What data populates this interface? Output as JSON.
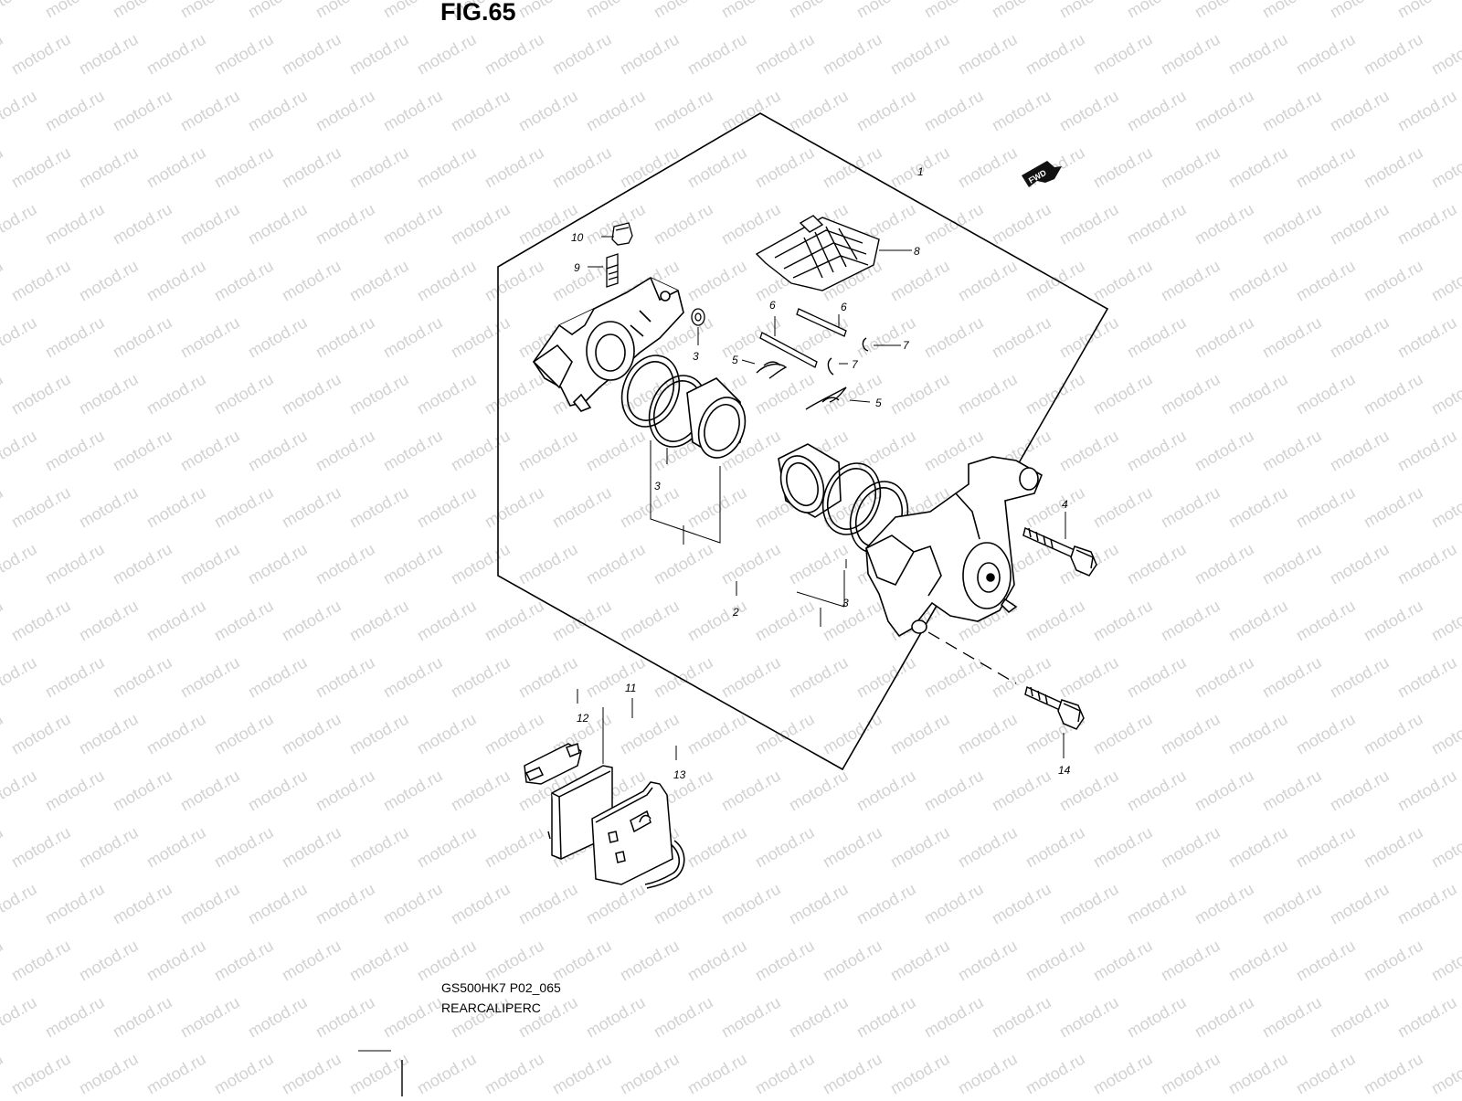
{
  "figure": {
    "title": "FIG.65",
    "code": "GS500HK7 P02_065",
    "name": "REARCALIPERC"
  },
  "watermark": {
    "text": "motod.ru"
  },
  "fwd_badge": {
    "text": "FWD"
  },
  "callouts": [
    "1",
    "2",
    "3",
    "3",
    "3",
    "4",
    "5",
    "5",
    "6",
    "6",
    "7",
    "7",
    "8",
    "9",
    "10",
    "11",
    "12",
    "13",
    "14"
  ]
}
